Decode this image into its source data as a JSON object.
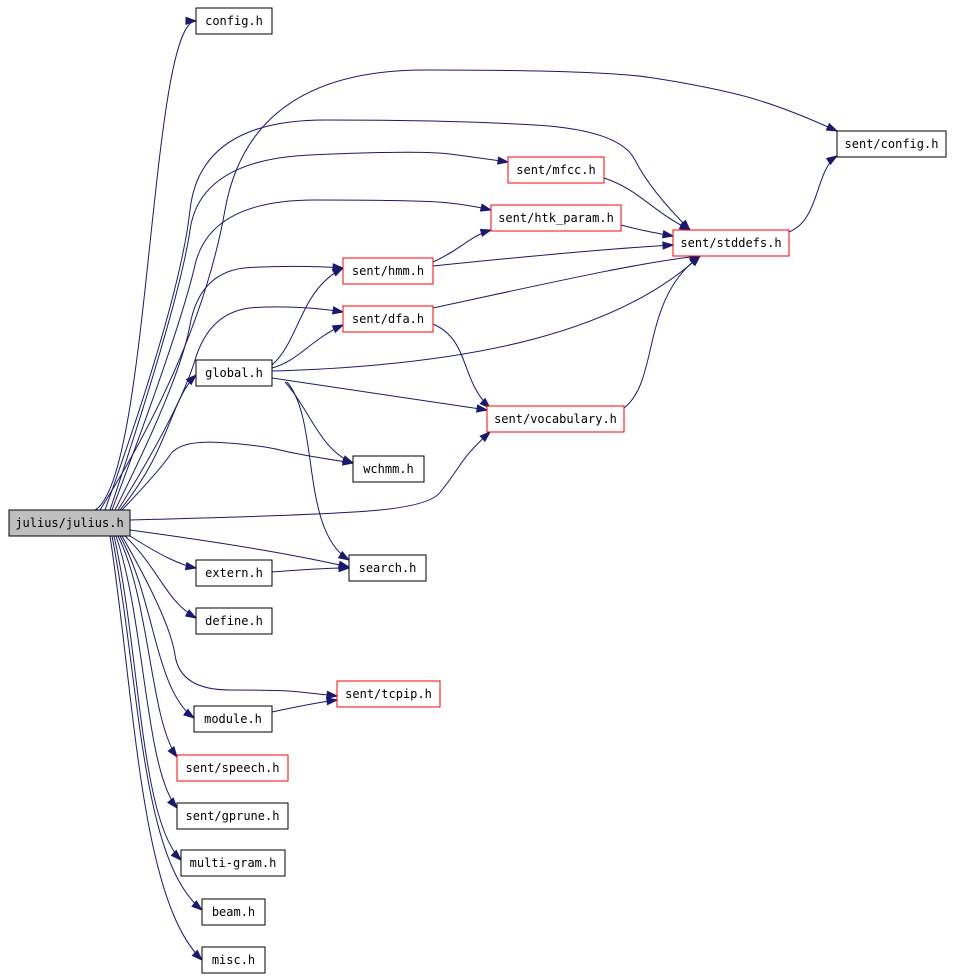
{
  "colors": {
    "edge": "#191970",
    "external_node_border": "#ff0000",
    "node_border": "#000000",
    "root_fill": "#bfbfbf",
    "background": "#ffffff"
  },
  "nodes": [
    {
      "id": "julius",
      "label": "julius/julius.h",
      "kind": "root"
    },
    {
      "id": "config",
      "label": "config.h",
      "kind": "plain"
    },
    {
      "id": "sent_config",
      "label": "sent/config.h",
      "kind": "plain"
    },
    {
      "id": "sent_mfcc",
      "label": "sent/mfcc.h",
      "kind": "linked"
    },
    {
      "id": "sent_htk_param",
      "label": "sent/htk_param.h",
      "kind": "linked"
    },
    {
      "id": "sent_stddefs",
      "label": "sent/stddefs.h",
      "kind": "linked"
    },
    {
      "id": "sent_hmm",
      "label": "sent/hmm.h",
      "kind": "linked"
    },
    {
      "id": "sent_dfa",
      "label": "sent/dfa.h",
      "kind": "linked"
    },
    {
      "id": "global",
      "label": "global.h",
      "kind": "plain"
    },
    {
      "id": "sent_vocabulary",
      "label": "sent/vocabulary.h",
      "kind": "linked"
    },
    {
      "id": "wchmm",
      "label": "wchmm.h",
      "kind": "plain"
    },
    {
      "id": "extern",
      "label": "extern.h",
      "kind": "plain"
    },
    {
      "id": "search",
      "label": "search.h",
      "kind": "plain"
    },
    {
      "id": "define",
      "label": "define.h",
      "kind": "plain"
    },
    {
      "id": "sent_tcpip",
      "label": "sent/tcpip.h",
      "kind": "linked"
    },
    {
      "id": "module",
      "label": "module.h",
      "kind": "plain"
    },
    {
      "id": "sent_speech",
      "label": "sent/speech.h",
      "kind": "linked"
    },
    {
      "id": "sent_gprune",
      "label": "sent/gprune.h",
      "kind": "plain"
    },
    {
      "id": "multi_gram",
      "label": "multi-gram.h",
      "kind": "plain"
    },
    {
      "id": "beam",
      "label": "beam.h",
      "kind": "plain"
    },
    {
      "id": "misc",
      "label": "misc.h",
      "kind": "plain"
    }
  ],
  "edges": [
    {
      "from": "julius",
      "to": "config"
    },
    {
      "from": "julius",
      "to": "sent_config"
    },
    {
      "from": "julius",
      "to": "sent_stddefs"
    },
    {
      "from": "julius",
      "to": "sent_mfcc"
    },
    {
      "from": "julius",
      "to": "sent_htk_param"
    },
    {
      "from": "julius",
      "to": "sent_hmm"
    },
    {
      "from": "julius",
      "to": "sent_dfa"
    },
    {
      "from": "julius",
      "to": "global"
    },
    {
      "from": "julius",
      "to": "wchmm"
    },
    {
      "from": "julius",
      "to": "sent_vocabulary"
    },
    {
      "from": "julius",
      "to": "search"
    },
    {
      "from": "julius",
      "to": "extern"
    },
    {
      "from": "julius",
      "to": "define"
    },
    {
      "from": "julius",
      "to": "sent_tcpip"
    },
    {
      "from": "julius",
      "to": "module"
    },
    {
      "from": "julius",
      "to": "sent_speech"
    },
    {
      "from": "julius",
      "to": "sent_gprune"
    },
    {
      "from": "julius",
      "to": "multi_gram"
    },
    {
      "from": "julius",
      "to": "beam"
    },
    {
      "from": "julius",
      "to": "misc"
    },
    {
      "from": "sent_stddefs",
      "to": "sent_config"
    },
    {
      "from": "sent_mfcc",
      "to": "sent_stddefs"
    },
    {
      "from": "sent_htk_param",
      "to": "sent_stddefs"
    },
    {
      "from": "sent_hmm",
      "to": "sent_htk_param"
    },
    {
      "from": "sent_hmm",
      "to": "sent_stddefs"
    },
    {
      "from": "sent_dfa",
      "to": "sent_stddefs"
    },
    {
      "from": "sent_dfa",
      "to": "sent_vocabulary"
    },
    {
      "from": "global",
      "to": "sent_hmm"
    },
    {
      "from": "global",
      "to": "sent_dfa"
    },
    {
      "from": "global",
      "to": "sent_stddefs"
    },
    {
      "from": "global",
      "to": "sent_vocabulary"
    },
    {
      "from": "global",
      "to": "wchmm"
    },
    {
      "from": "global",
      "to": "search"
    },
    {
      "from": "sent_vocabulary",
      "to": "sent_stddefs"
    },
    {
      "from": "extern",
      "to": "search"
    },
    {
      "from": "module",
      "to": "sent_tcpip"
    }
  ]
}
